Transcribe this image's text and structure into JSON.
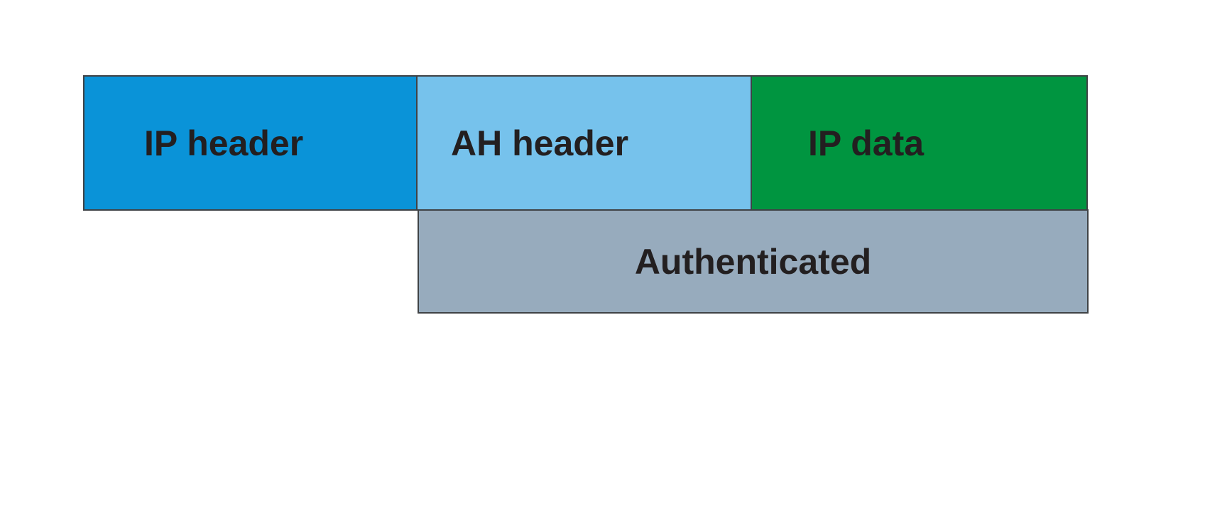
{
  "page": {
    "background": "#ffffff"
  },
  "diagram": {
    "description": "IPsec AH packet layout diagram",
    "border_color": "#3f4245",
    "text_color": "#231f20",
    "packet_row": [
      {
        "label": "IP header",
        "color": "#0a93d8"
      },
      {
        "label": "AH header",
        "color": "#76c2ec"
      },
      {
        "label": "IP data",
        "color": "#009540"
      }
    ],
    "coverage_row": [
      {
        "label": "Authenticated",
        "color": "#97abbd"
      }
    ]
  }
}
